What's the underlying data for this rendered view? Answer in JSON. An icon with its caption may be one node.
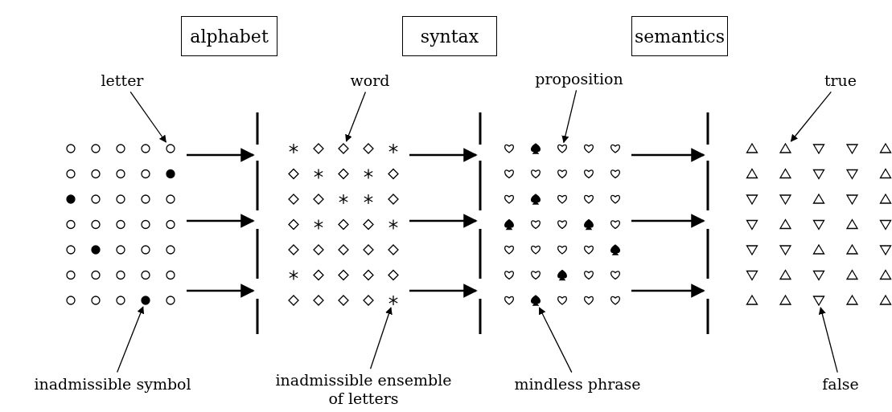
{
  "diagram": {
    "nodes": [
      {
        "text": [
          "alphabet"
        ]
      },
      {
        "text": [
          "syntax"
        ]
      },
      {
        "text": [
          "semantics"
        ]
      },
      {
        "text": [
          "letter"
        ]
      },
      {
        "text": [
          "word"
        ]
      },
      {
        "text": [
          "proposition"
        ]
      },
      {
        "text": [
          "true"
        ]
      },
      {
        "text": [],
        "shape": "picture"
      },
      {
        "text": [],
        "shape": "circle",
        "in": 7
      },
      {
        "text": [],
        "shape": "dot",
        "in": 7
      },
      {
        "text": [],
        "shape": "bar"
      },
      {
        "text": [],
        "shape": "picture"
      },
      {
        "text": [],
        "shape": "diamond",
        "in": 11
      },
      {
        "text": [],
        "shape": "asterisk",
        "in": 11
      },
      {
        "text": [],
        "shape": "bar"
      },
      {
        "text": [],
        "shape": "picture"
      },
      {
        "text": [],
        "shape": "heart",
        "in": 15
      },
      {
        "text": [],
        "shape": "spade",
        "in": 15
      },
      {
        "text": [],
        "shape": "bar"
      },
      {
        "text": [],
        "shape": "picture"
      },
      {
        "text": [],
        "shape": "triangle",
        "in": 19
      },
      {
        "text": [],
        "shape": "triangle",
        "in": 19
      },
      {
        "text": [
          "inadmissible symbol"
        ]
      },
      {
        "text": [
          "inadmissible ensemble of letters"
        ]
      },
      {
        "text": [
          "mindless phrase"
        ]
      },
      {
        "text": [
          "false"
        ]
      }
    ],
    "edges": [
      {
        "from": 3,
        "to": 8,
        "arrow": "to"
      },
      {
        "from": 4,
        "to": 12,
        "arrow": "to"
      },
      {
        "from": 5,
        "to": 16,
        "arrow": "to"
      },
      {
        "from": 6,
        "to": 20,
        "arrow": "to"
      },
      {
        "from": 7,
        "to": 10,
        "arrow": "to"
      },
      {
        "from": 7,
        "to": 10,
        "arrow": "to"
      },
      {
        "from": 7,
        "to": 10,
        "arrow": "to"
      },
      {
        "from": 11,
        "to": 14,
        "arrow": "to"
      },
      {
        "from": 11,
        "to": 14,
        "arrow": "to"
      },
      {
        "from": 11,
        "to": 14,
        "arrow": "to"
      },
      {
        "from": 15,
        "to": 18,
        "arrow": "to"
      },
      {
        "from": 15,
        "to": 18,
        "arrow": "to"
      },
      {
        "from": 15,
        "to": 18,
        "arrow": "to"
      },
      {
        "from": 22,
        "to": 9,
        "arrow": "to"
      },
      {
        "from": 23,
        "to": 13,
        "arrow": "to"
      },
      {
        "from": 24,
        "to": 17,
        "arrow": "to"
      },
      {
        "from": 25,
        "to": 21,
        "arrow": "to"
      }
    ]
  }
}
